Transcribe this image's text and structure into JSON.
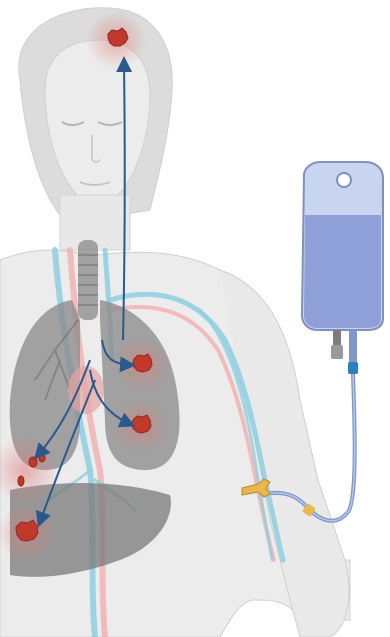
{
  "figure": {
    "subject": "intravenous-infusion-metastasis-illustration",
    "colors": {
      "skin_fill": "#e6e6e6",
      "skin_outline": "#c9c9c9",
      "vein": "#8ecfe0",
      "artery": "#f2b3b3",
      "lung": "#8c8c8c",
      "liver": "#7a7a7a",
      "tumor": "#c0392b",
      "arrow": "#2a5a8c",
      "iv_bag_fill": "#c9d4f0",
      "iv_fluid": "#8f9fd8",
      "iv_tube": "#7d97c9",
      "catheter_hub": "#e8b84a"
    },
    "icons": [
      "human-torso",
      "iv-bag",
      "tumor-brain",
      "tumor-lung-upper",
      "tumor-lung-lower",
      "tumor-liver",
      "tumor-lung-left-small",
      "metastasis-arrows"
    ]
  }
}
